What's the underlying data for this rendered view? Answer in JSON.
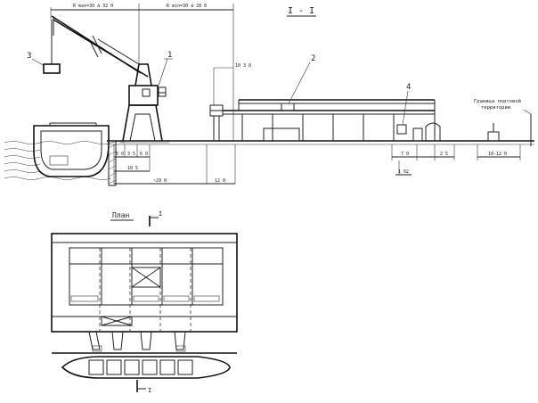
{
  "section_title": "I - I",
  "plan_title": "План",
  "section_mark_top": "I",
  "section_mark_bottom": "I",
  "callouts": {
    "c1": "1",
    "c2": "2",
    "c3": "3",
    "c4": "4"
  },
  "dimensions": {
    "reach_left": "R max=30 á 32 0",
    "reach_right": "R min=30 á 28 0",
    "height_mark": "10 3 0",
    "d_5_0": "5 0",
    "d_3_5": "3 5",
    "d_6_0": "6 0",
    "d_10_5": "10 5",
    "d_29_0": "~29 0",
    "d_12_0": "12 0",
    "d_7_0": "7 0",
    "d_2_5": "2 5",
    "d_10_12": "10-12 0",
    "depth_mark": "1 02"
  },
  "boundary_label": {
    "line1": "Граница портовой",
    "line2": "территории"
  }
}
